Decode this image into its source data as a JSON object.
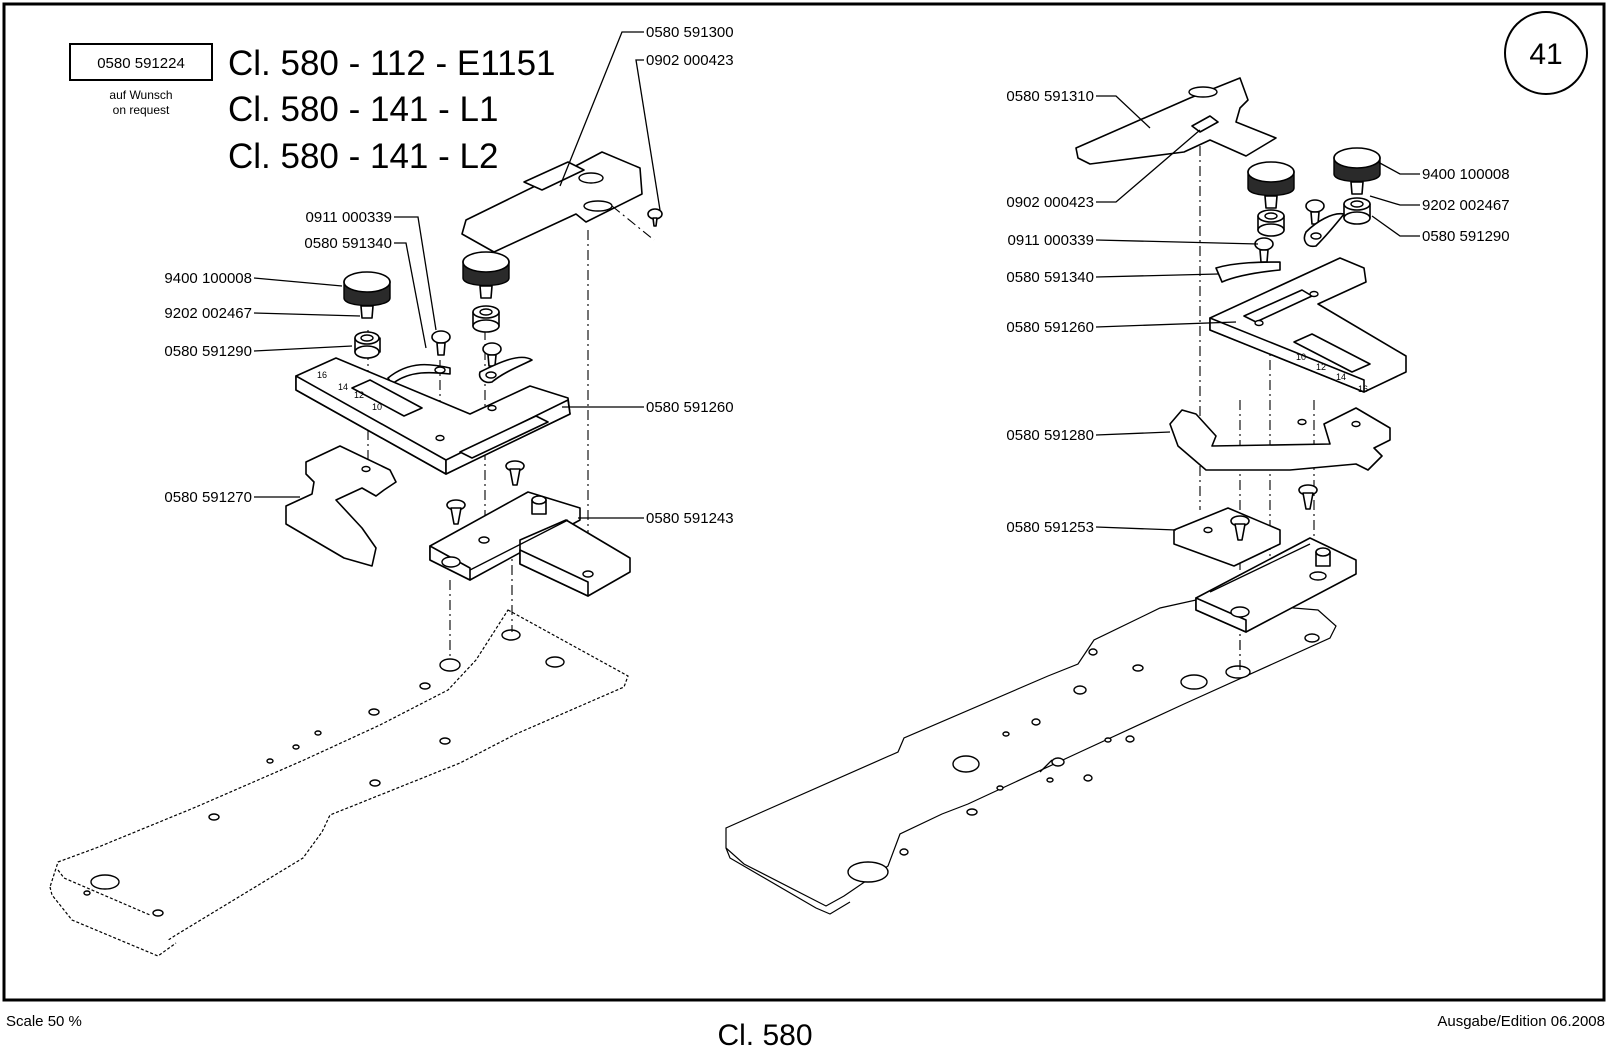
{
  "page_number": "41",
  "header": {
    "optional_part_number": "0580 591224",
    "optional_note_de": "auf Wunsch",
    "optional_note_en": "on request",
    "class_lines": [
      "Cl. 580 - 112 - E1151",
      "Cl. 580 - 141 - L1",
      "Cl. 580 - 141 - L2"
    ]
  },
  "left_assembly": {
    "labels": [
      "0580 591300",
      "0902 000423",
      "0911 000339",
      "0580 591340",
      "9400 100008",
      "9202 002467",
      "0580 591290",
      "0580 591260",
      "0580 591270",
      "0580 591243"
    ],
    "scale_marks": [
      "16",
      "14",
      "12",
      "10"
    ]
  },
  "right_assembly": {
    "labels": [
      "0580 591310",
      "0902 000423",
      "0911 000339",
      "0580 591340",
      "0580 591260",
      "9400 100008",
      "9202 002467",
      "0580 591290",
      "0580 591280",
      "0580 591253"
    ],
    "scale_marks": [
      "10",
      "12",
      "14",
      "16"
    ]
  },
  "footer": {
    "scale": "Scale 50 %",
    "title": "Cl. 580",
    "edition": "Ausgabe/Edition 06.2008"
  }
}
